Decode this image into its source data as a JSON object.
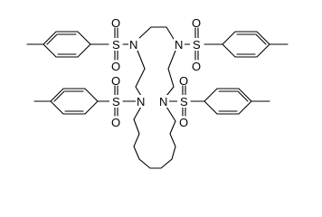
{
  "molecule": {
    "atom_labels": {
      "n_upper_left": "N",
      "n_upper_right": "N",
      "n_lower_left": "N",
      "n_lower_right": "N",
      "s_upper_left": "S",
      "s_upper_right": "S",
      "s_lower_left": "S",
      "s_lower_right": "S",
      "o_ul_top": "O",
      "o_ul_bottom": "O",
      "o_ur_top": "O",
      "o_ur_bottom": "O",
      "o_ll_top": "O",
      "o_ll_bottom": "O",
      "o_lr_top": "O",
      "o_lr_bottom": "O"
    }
  }
}
